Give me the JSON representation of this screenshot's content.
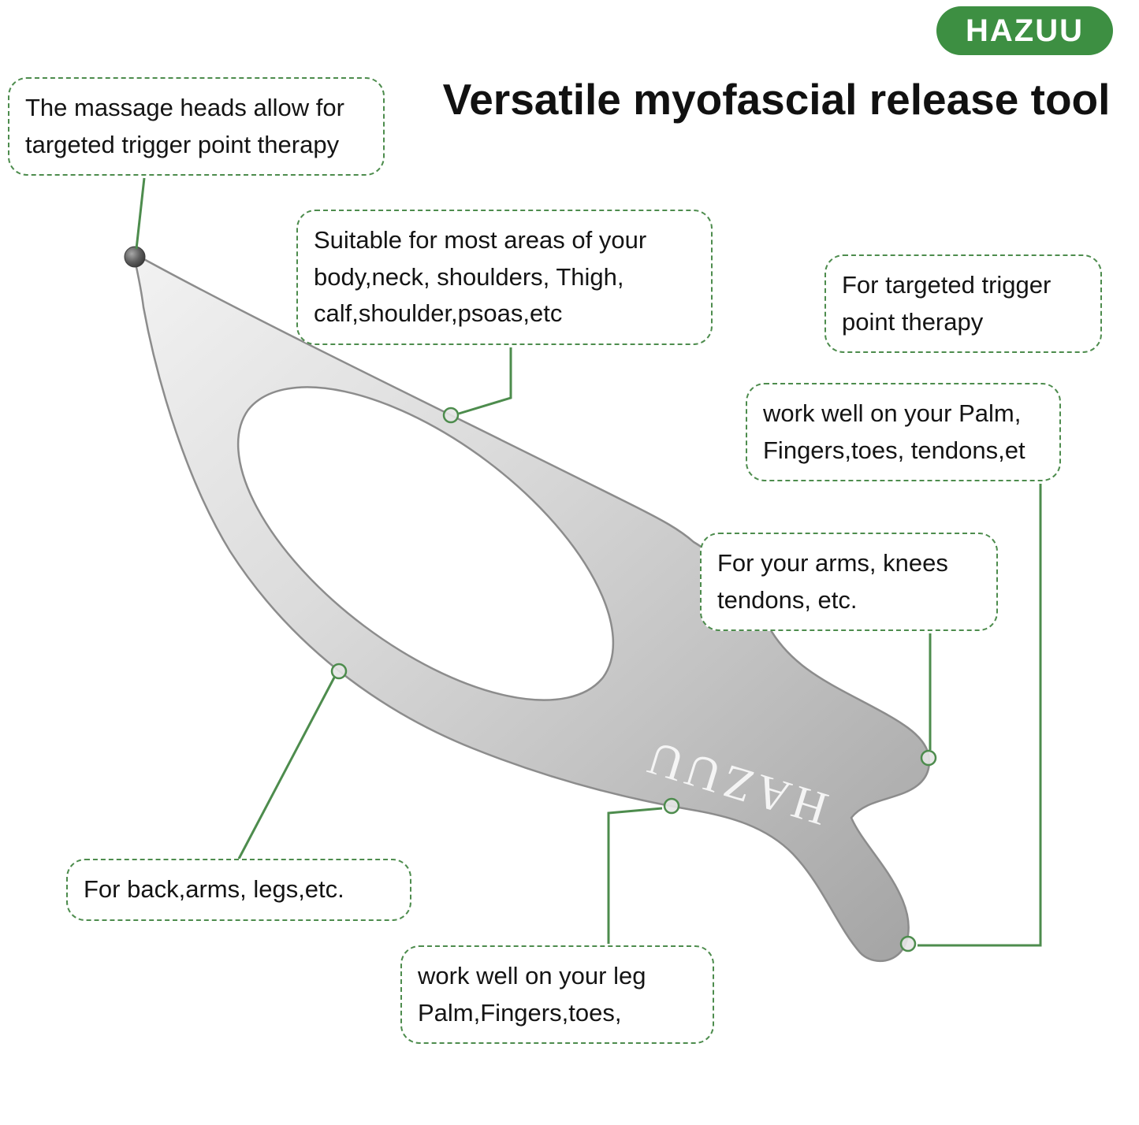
{
  "brand": {
    "name": "HAZUU"
  },
  "title": "Versatile myofascial release tool",
  "colors": {
    "badge_green": "#3d8f42",
    "line_green": "#4d8c4d",
    "text": "#141414",
    "metal_light": "#f0f0f0",
    "metal_dark": "#a3a3a3"
  },
  "callouts": {
    "massage_heads": "The massage heads allow for targeted trigger point therapy",
    "suitable_areas": "Suitable for most areas of your body,neck, shoulders, Thigh, calf,shoulder,psoas,etc",
    "trigger_point": "For targeted trigger point therapy",
    "palm_fingers": "work well on your Palm, Fingers,toes, tendons,et",
    "arms_knees": "For your arms, knees tendons, etc.",
    "back_arms_legs": "For back,arms, legs,etc.",
    "leg_palm": "work well on your leg Palm,Fingers,toes,"
  },
  "tool": {
    "engraving": "HAZUU"
  }
}
